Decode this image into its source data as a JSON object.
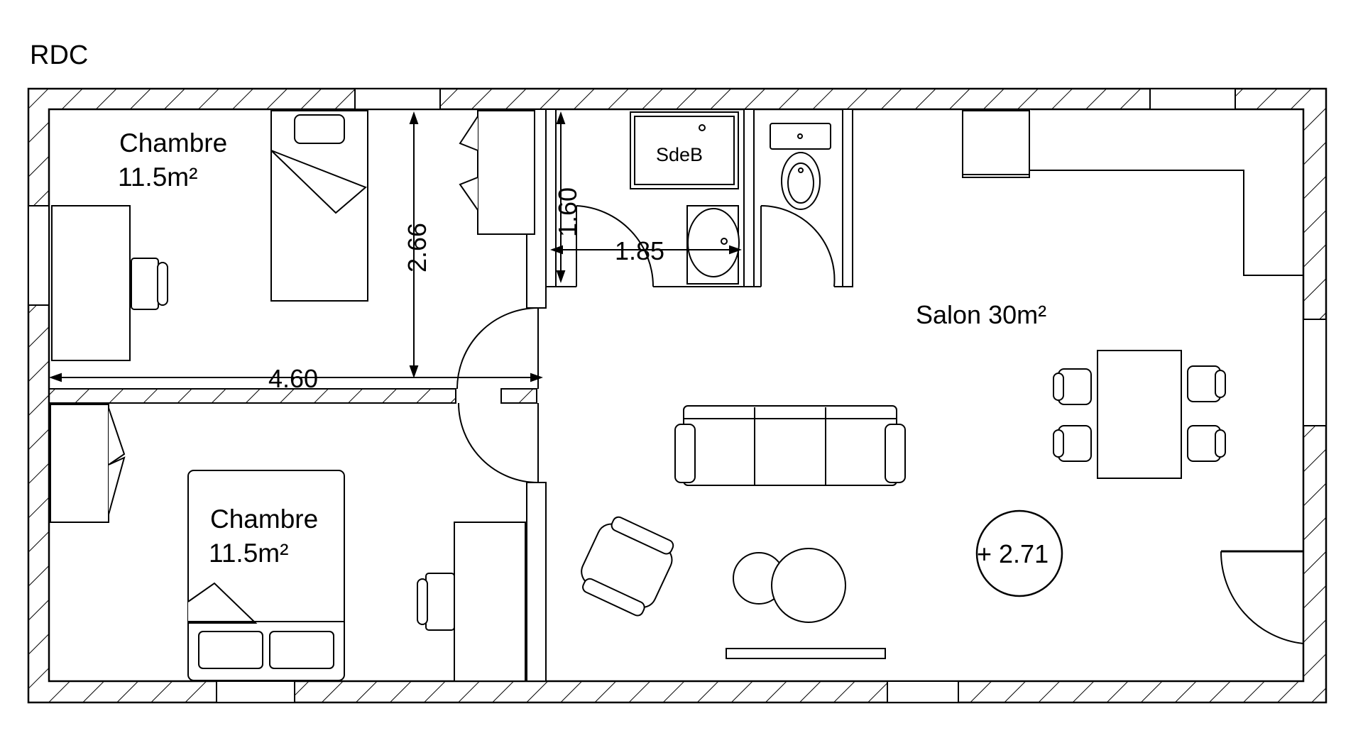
{
  "level": "RDC",
  "rooms": {
    "chambre_top": {
      "name": "Chambre",
      "area": "11.5m²"
    },
    "chambre_bottom": {
      "name": "Chambre",
      "area": "11.5m²"
    },
    "salon": {
      "label": "Salon 30m²"
    },
    "bathroom": {
      "label": "SdeB"
    }
  },
  "dimensions": {
    "width_chambre": "4.60",
    "depth_chambre": "2.66",
    "bath_width": "1.85",
    "bath_depth": "1.60"
  },
  "level_marker": "+ 2.71"
}
